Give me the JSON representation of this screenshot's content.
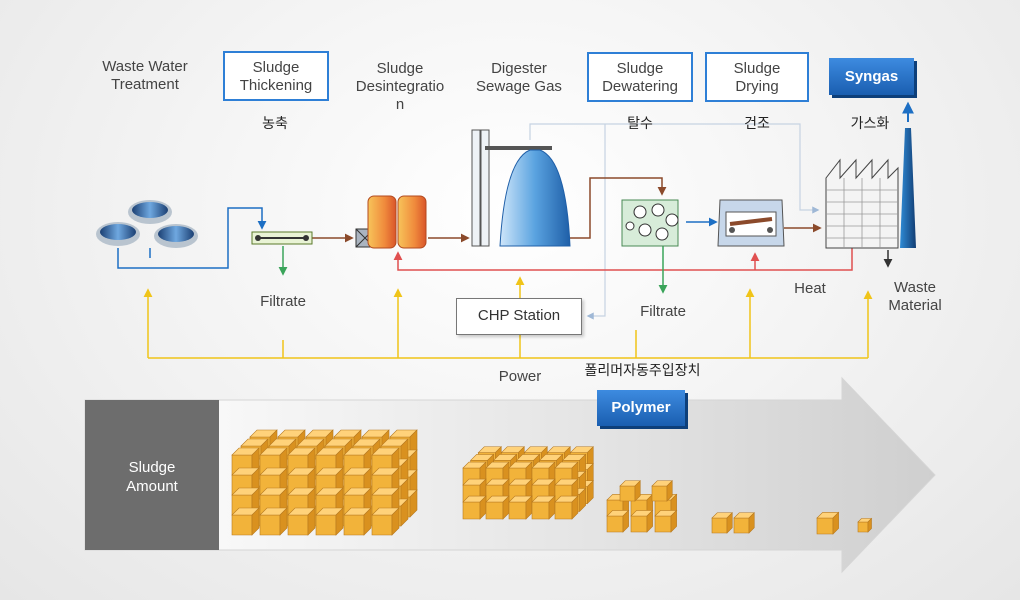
{
  "colors": {
    "box_border": "#2e7fd6",
    "badge_blue": "#1a5eb0",
    "power_line": "#f0c419",
    "heat_line": "#e05050",
    "flow_brown": "#8b4a2b",
    "filtrate_green": "#3aa45a",
    "cube_yellow": "#f2b33a",
    "amount_box": "#6d6d6d"
  },
  "stages": {
    "wastewater": "Waste Water\nTreatment",
    "thickening": {
      "label": "Sludge\nThickening",
      "korean": "농축"
    },
    "disintegration": "Sludge\nDesintegratio\nn",
    "digester": "Digester\nSewage Gas",
    "dewatering": {
      "label": "Sludge\nDewatering",
      "korean": "탈수"
    },
    "drying": {
      "label": "Sludge\nDrying",
      "korean": "건조"
    },
    "syngas": {
      "label": "Syngas",
      "korean": "가스화"
    }
  },
  "labels": {
    "filtrate_1": "Filtrate",
    "filtrate_2": "Filtrate",
    "chp_station": "CHP Station",
    "heat": "Heat",
    "waste_material": "Waste\nMaterial",
    "power": "Power",
    "polymer_korean": "폴리머자동주입장치",
    "polymer": "Polymer",
    "sludge_amount": "Sludge\nAmount"
  }
}
